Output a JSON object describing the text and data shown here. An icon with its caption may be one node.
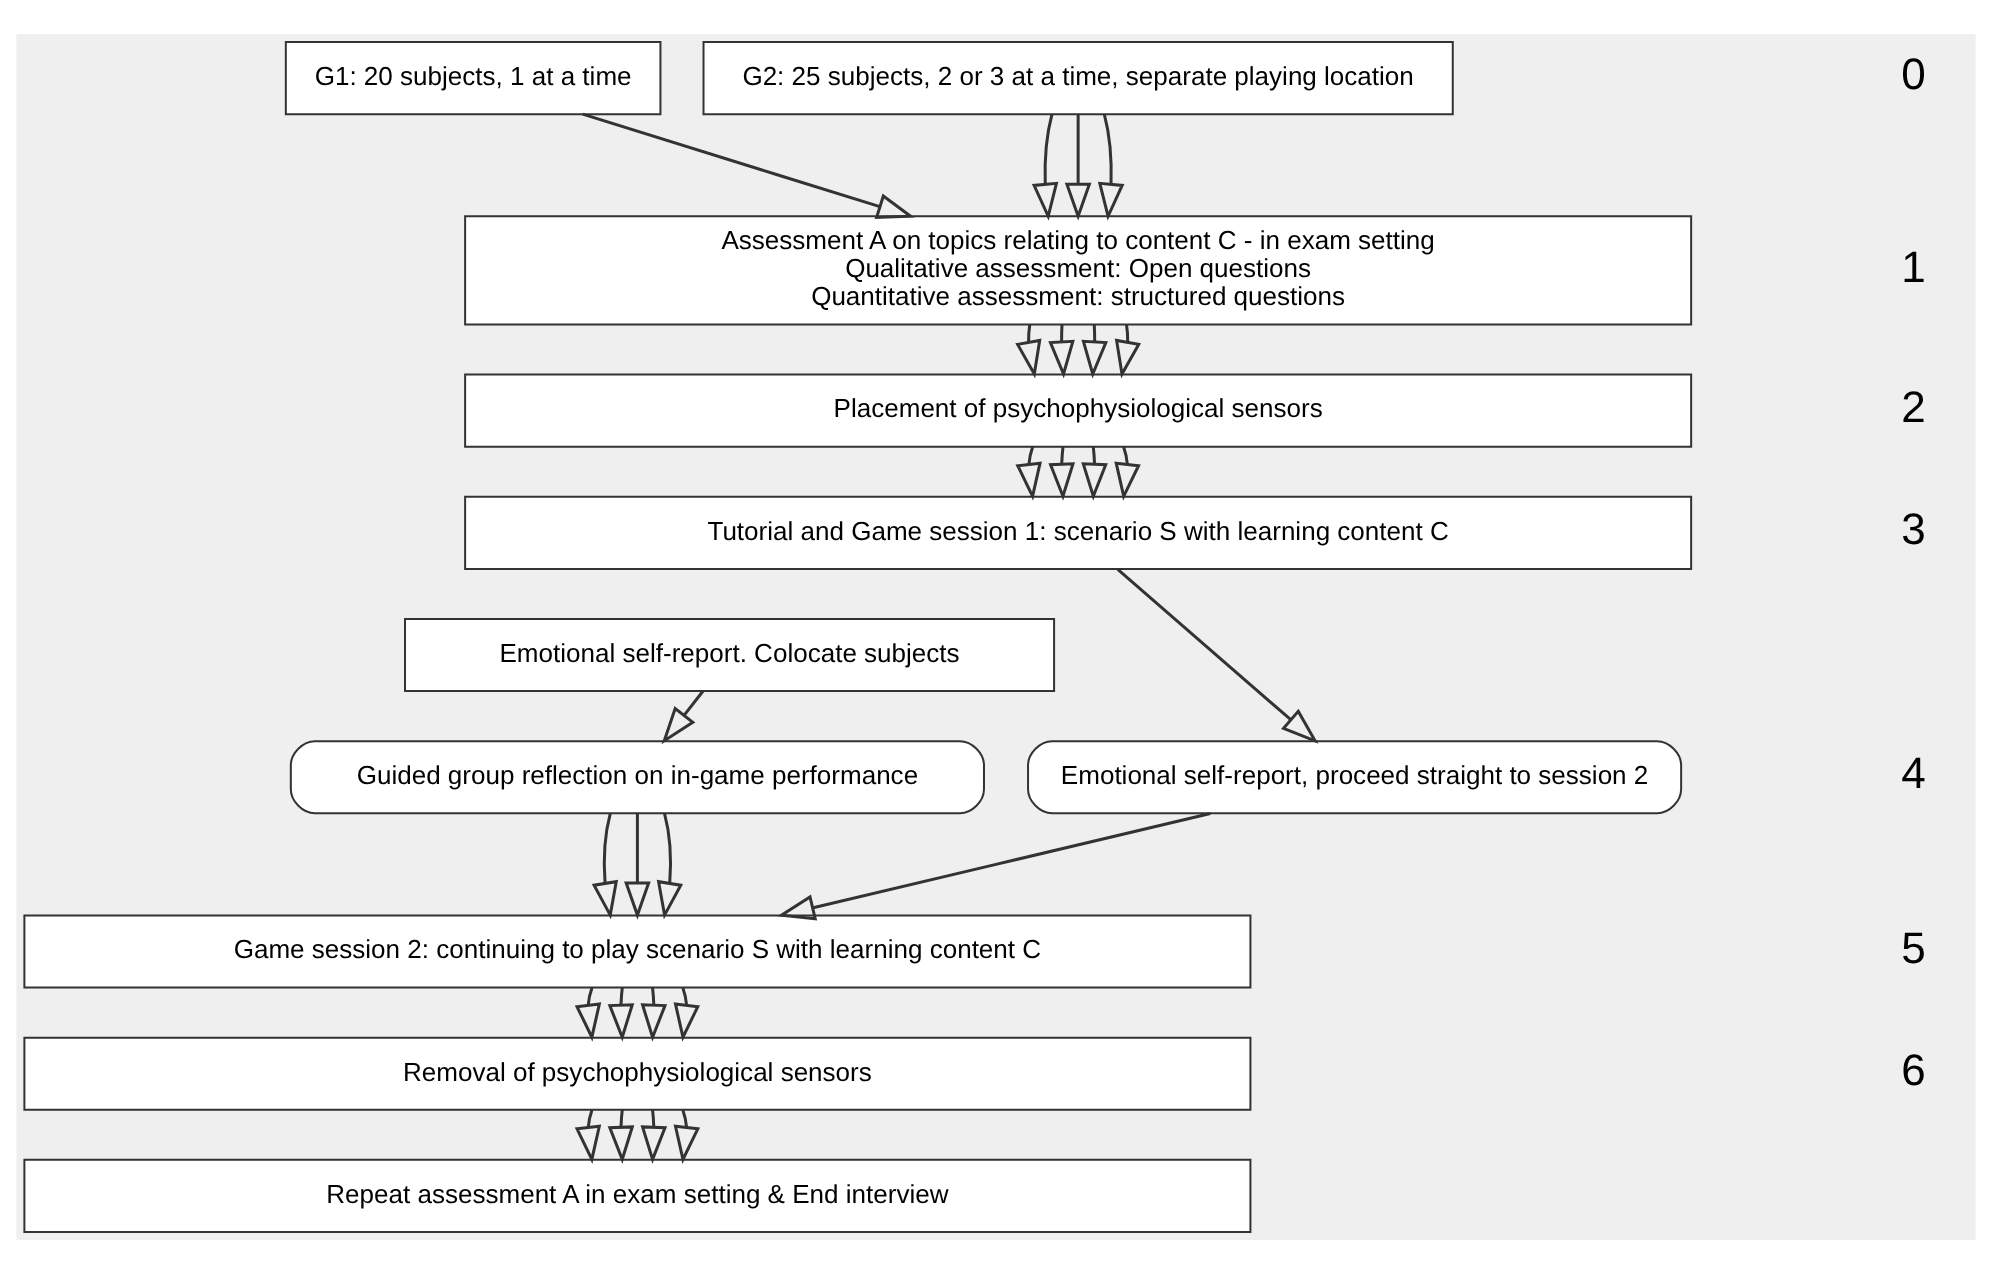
{
  "diagram": {
    "nodes": [
      {
        "text": [
          "G1: 20 subjects, 1 at a time"
        ]
      },
      {
        "text": [
          "G2: 25 subjects, 2 or 3 at a time, separate playing location"
        ]
      },
      {
        "text": [
          "Assessment A on topics relating to content C - in exam setting",
          "Qualitative assessment: Open questions",
          "Quantitative assessment: structured questions"
        ]
      },
      {
        "text": [
          "Placement of psychophysiological sensors"
        ]
      },
      {
        "text": [
          "Tutorial and Game session 1: scenario S with learning content C"
        ]
      },
      {
        "text": [
          "Emotional self-report. Colocate subjects"
        ]
      },
      {
        "text": [
          "Emotional self-report, proceed straight to session 2"
        ]
      },
      {
        "text": [
          "Guided group reflection on in-game performance"
        ]
      },
      {
        "text": [
          "Game session 2: continuing to play scenario S with learning content C"
        ]
      },
      {
        "text": [
          "Removal of psychophysiological sensors"
        ]
      },
      {
        "text": [
          "Repeat assessment A in exam setting & End interview"
        ]
      }
    ],
    "edges": [
      {
        "from": 0,
        "to": 2,
        "arrow": "to"
      },
      {
        "from": 1,
        "to": 2,
        "arrow": "to"
      },
      {
        "from": 1,
        "to": 2,
        "arrow": "to"
      },
      {
        "from": 1,
        "to": 2,
        "arrow": "to"
      },
      {
        "from": 2,
        "to": 3,
        "arrow": "to"
      },
      {
        "from": 2,
        "to": 3,
        "arrow": "to"
      },
      {
        "from": 2,
        "to": 3,
        "arrow": "to"
      },
      {
        "from": 2,
        "to": 3,
        "arrow": "to"
      },
      {
        "from": 3,
        "to": 4,
        "arrow": "to"
      },
      {
        "from": 3,
        "to": 4,
        "arrow": "to"
      },
      {
        "from": 3,
        "to": 4,
        "arrow": "to"
      },
      {
        "from": 3,
        "to": 4,
        "arrow": "to"
      },
      {
        "from": 4,
        "to": 6,
        "arrow": "to"
      },
      {
        "from": 5,
        "to": 7,
        "arrow": "to"
      },
      {
        "from": 6,
        "to": 8,
        "arrow": "to"
      },
      {
        "from": 7,
        "to": 8,
        "arrow": "to"
      },
      {
        "from": 7,
        "to": 8,
        "arrow": "to"
      },
      {
        "from": 7,
        "to": 8,
        "arrow": "to"
      },
      {
        "from": 8,
        "to": 9,
        "arrow": "to"
      },
      {
        "from": 8,
        "to": 9,
        "arrow": "to"
      },
      {
        "from": 8,
        "to": 9,
        "arrow": "to"
      },
      {
        "from": 8,
        "to": 9,
        "arrow": "to"
      },
      {
        "from": 9,
        "to": 10,
        "arrow": "to"
      },
      {
        "from": 9,
        "to": 10,
        "arrow": "to"
      },
      {
        "from": 9,
        "to": 10,
        "arrow": "to"
      },
      {
        "from": 9,
        "to": 10,
        "arrow": "to"
      }
    ],
    "labels": [
      "0",
      "1",
      "2",
      "3",
      "4",
      "5",
      "6"
    ]
  }
}
